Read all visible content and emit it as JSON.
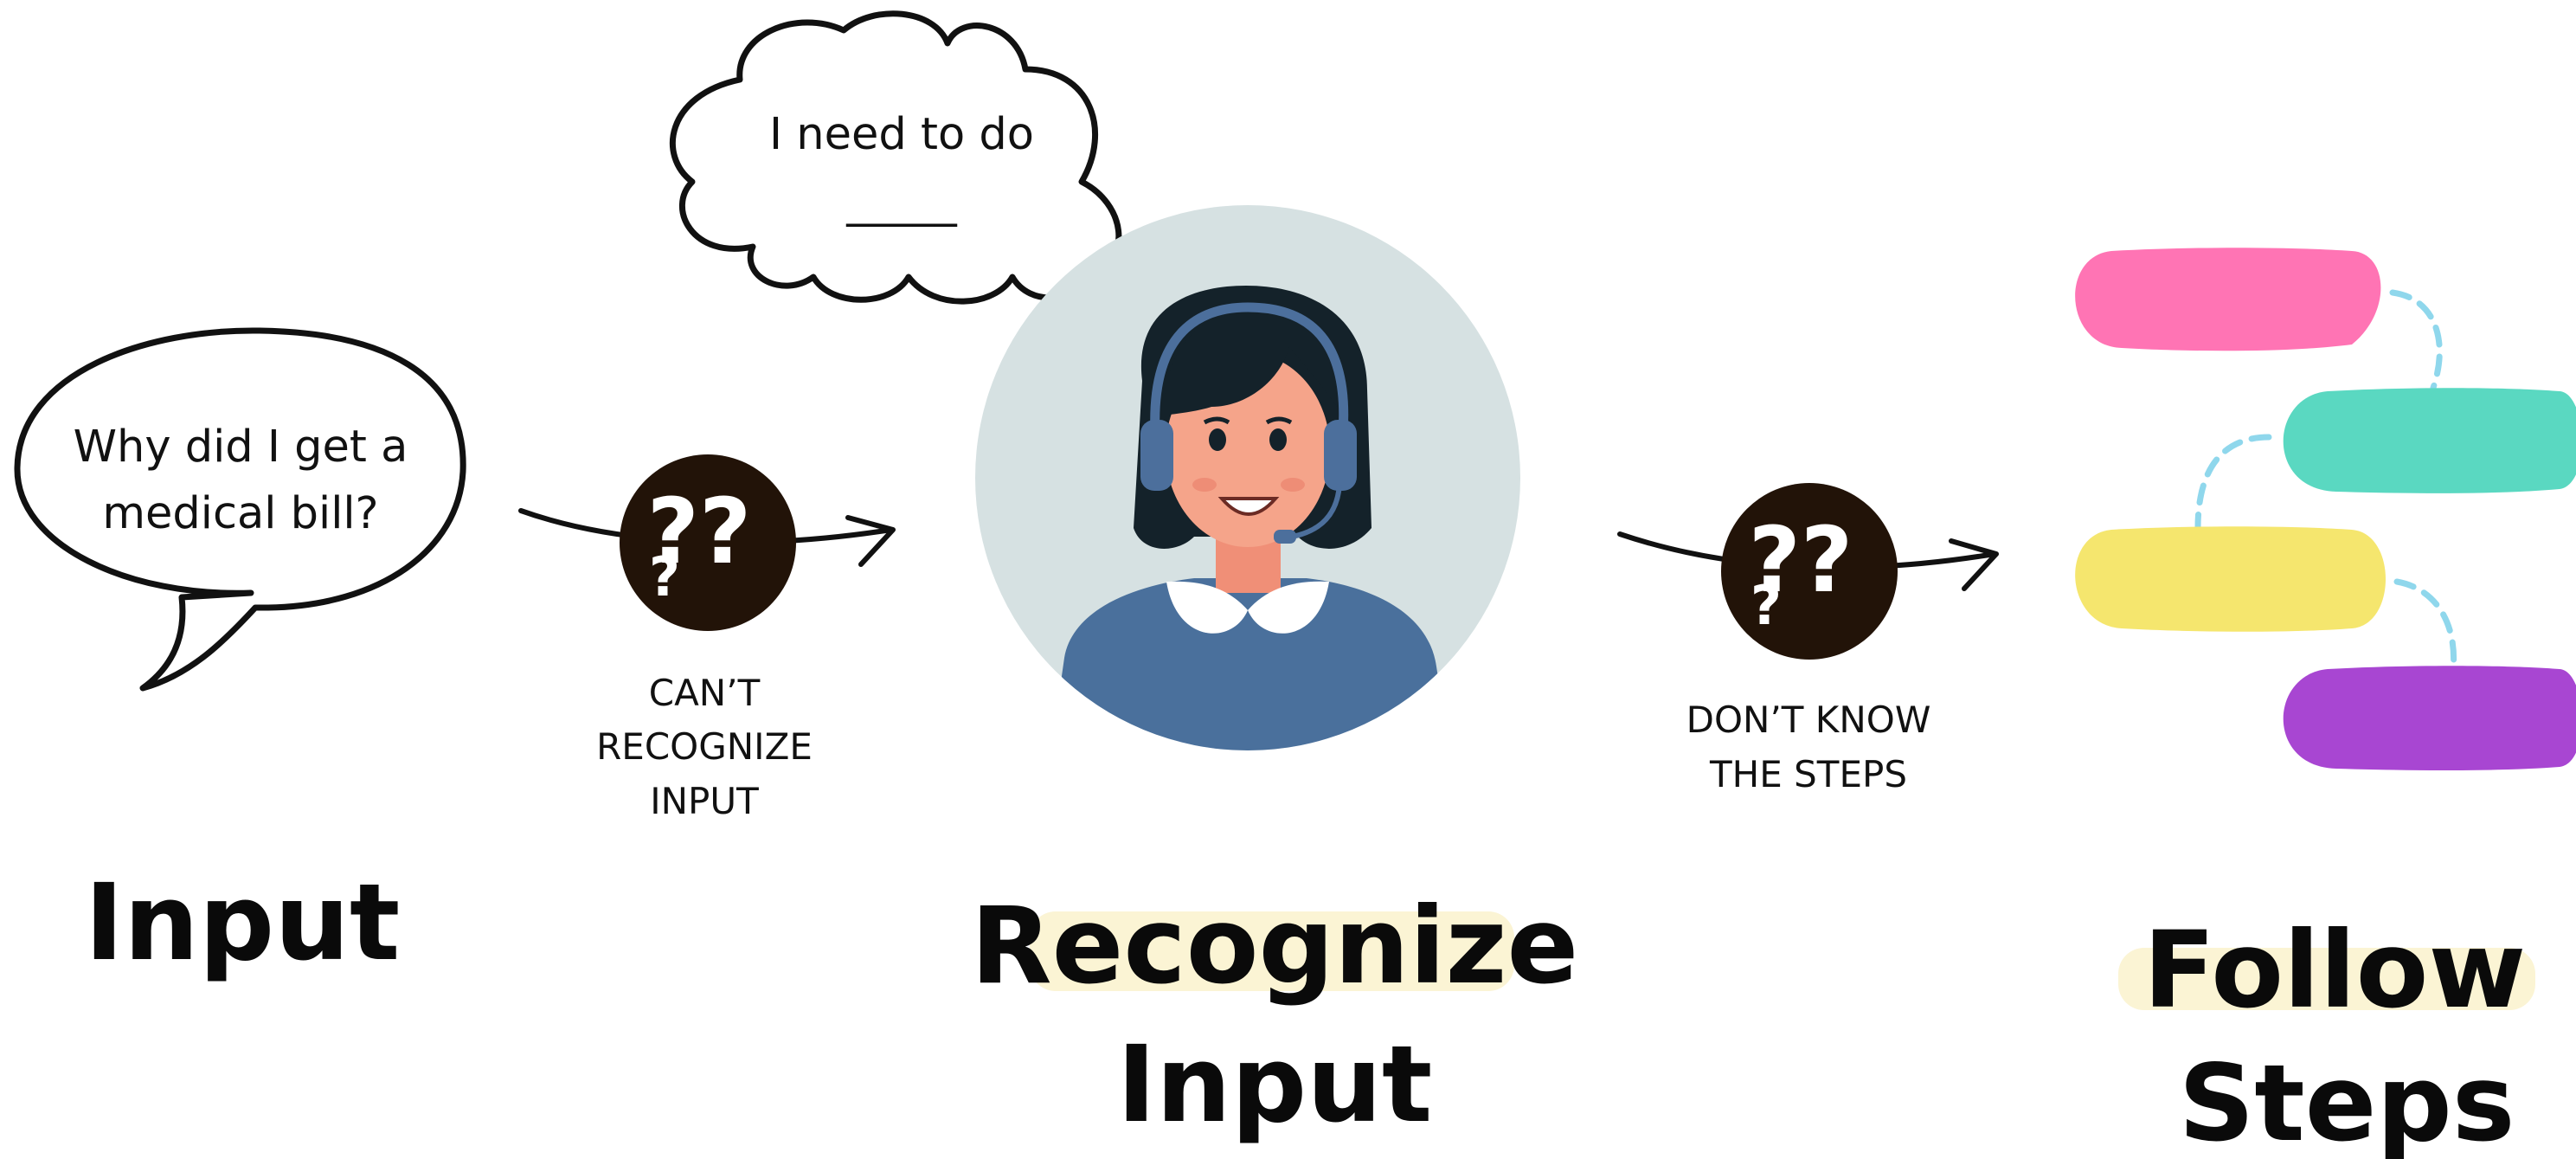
{
  "input_section": {
    "speech_line1": "Why did I get a",
    "speech_line2": "medical bill?",
    "label": "Input"
  },
  "thought": {
    "line1": "I need to do",
    "line2": "_____"
  },
  "connector_1": {
    "caption_line1": "CAN’T",
    "caption_line2": "RECOGNIZE",
    "caption_line3": "INPUT"
  },
  "recognize_section": {
    "label_line1": "Recognize",
    "label_line2": "Input"
  },
  "connector_2": {
    "caption_line1": "DON’T KNOW",
    "caption_line2": "THE STEPS"
  },
  "steps_section": {
    "label_line1": "Follow",
    "label_line2": "Steps"
  },
  "colors": {
    "step_1": "#ff74b4",
    "step_2": "#5ad8c1",
    "step_3": "#f5e66e",
    "step_4": "#a846d2",
    "connector_dash": "#8fd7ec",
    "question_disc": "#221308",
    "highlight": "#fbf4d4",
    "avatar_bg": "#d6e1e2",
    "headset": "#4c6f9c",
    "hair": "#14222a",
    "skin": "#f5a48a",
    "shirt": "#4a709c"
  },
  "icons": [
    "speech-bubble-icon",
    "thought-cloud-icon",
    "question-marks-icon",
    "arrow-icon",
    "support-agent-avatar",
    "step-bar"
  ]
}
